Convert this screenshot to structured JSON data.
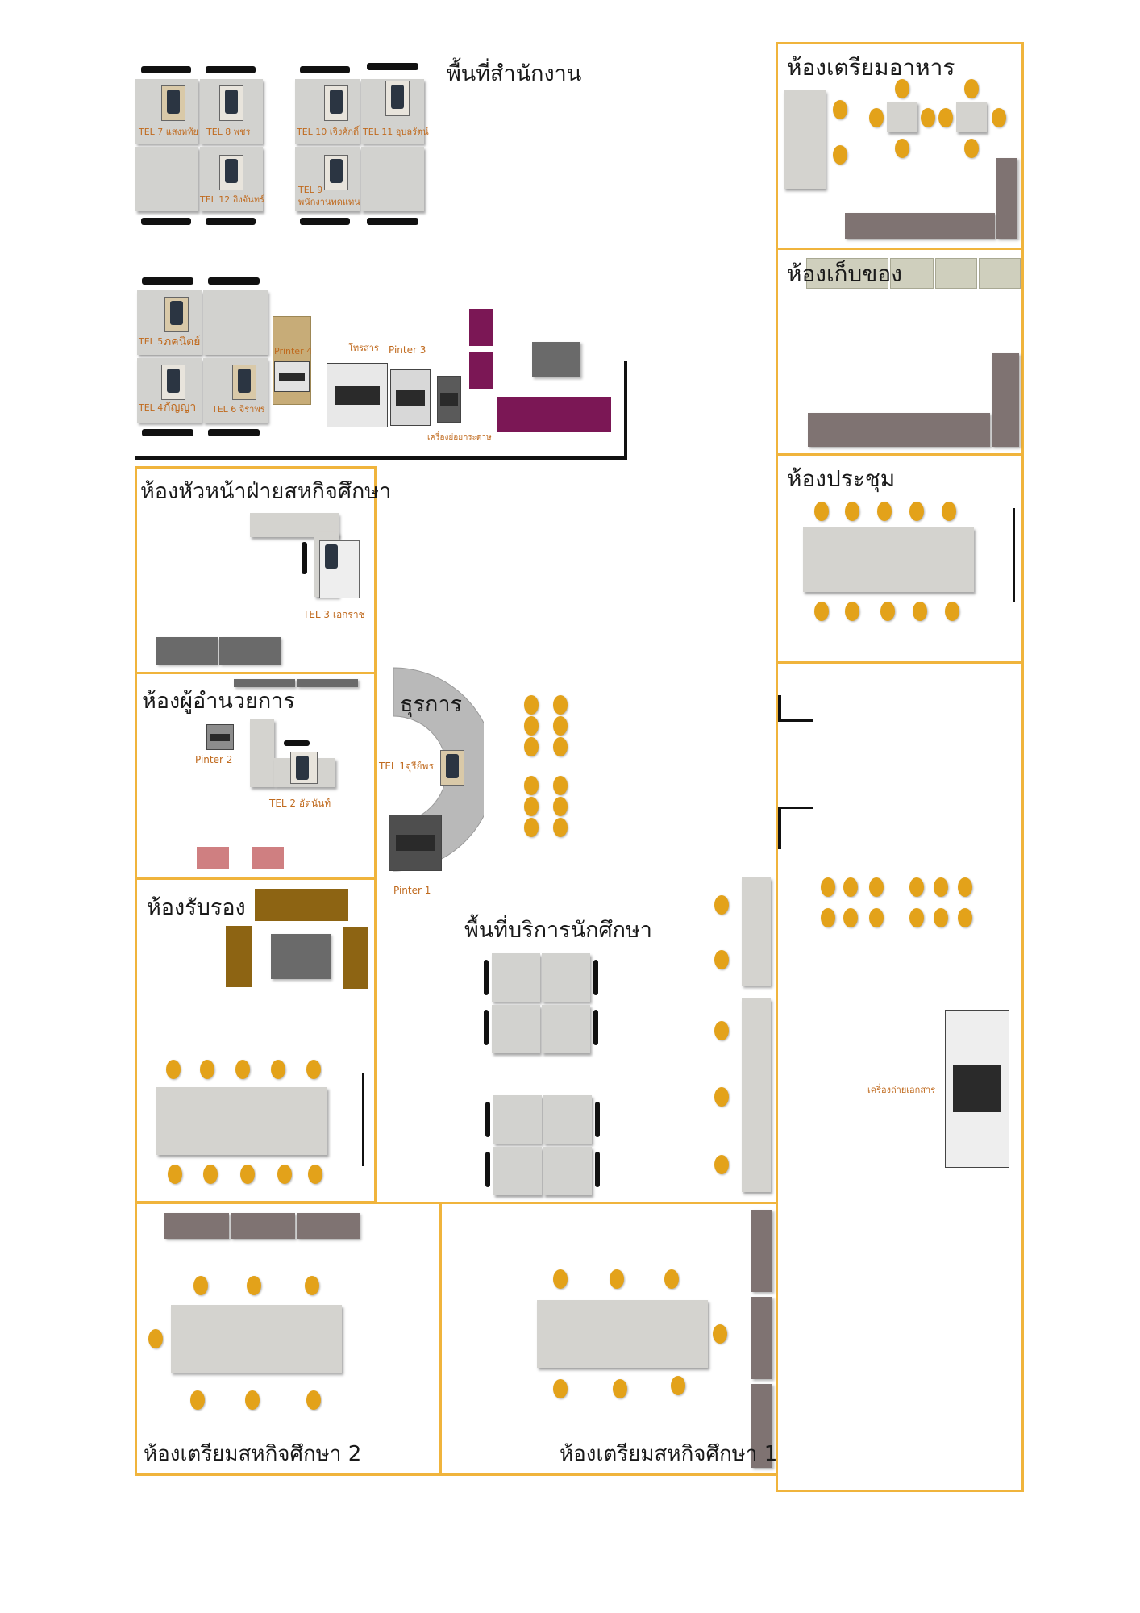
{
  "rooms": {
    "office_area": "พื้นที่สำนักงาน",
    "kitchen": "ห้องเตรียมอาหาร",
    "storage": "ห้องเก็บของ",
    "meeting": "ห้องประชุม",
    "head_office": "ห้องหัวหน้าฝ่ายสหกิจศึกษา",
    "director": "ห้องผู้อำนวยการ",
    "admin": "ธุรการ",
    "reception": "ห้องรับรอง",
    "student_service": "พื้นที่บริการนักศึกษา",
    "prep2": "ห้องเตรียมสหกิจศึกษา 2",
    "prep1": "ห้องเตรียมสหกิจศึกษา 1"
  },
  "labels": {
    "tel7": "TEL 7 แสงหทัย",
    "tel8": "TEL 8 พชร",
    "tel10": "TEL 10 เจิงศักดิ์",
    "tel11": "TEL 11 อุบลรัตน์",
    "tel12": "TEL 12 อิงจันทร์",
    "tel9a": "TEL 9",
    "tel9b": "พนักงานทดแทน",
    "tel5a": "TEL 5",
    "tel5b": "ภคนิตย์",
    "tel4a": "TEL 4",
    "tel4b": "กัญญา",
    "tel6": "TEL 6 จิราพร",
    "printer4": "Printer 4",
    "fax": "โทรสาร",
    "printer3": "Pinter 3",
    "shredder": "เครื่องย่อยกระดาษ",
    "tel3": "TEL 3 เอกราช",
    "printer2": "Pinter 2",
    "tel2": "TEL 2 อัตนันท์",
    "tel1": "TEL 1จุรีย์พร",
    "printer1": "Pinter 1",
    "copier": "เครื่องถ่ายเอกสาร"
  },
  "colors": {
    "room_border": "#f0b43c",
    "chair": "#e3a21a",
    "desk": "#d4d3cf",
    "cabinet": "#7f7372",
    "label_text": "#c06a1e"
  }
}
